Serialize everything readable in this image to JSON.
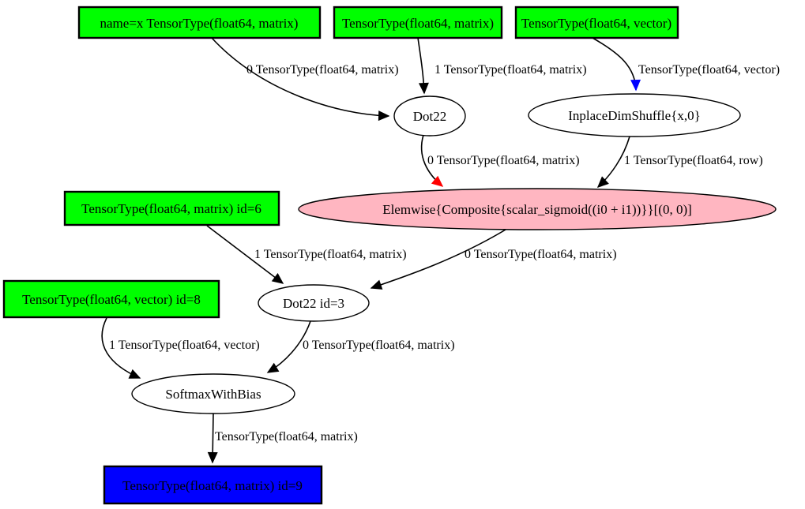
{
  "graph": {
    "colors": {
      "background": "#ffffff",
      "input_fill": "#00ff00",
      "output_fill": "#0000ff",
      "elemwise_fill": "#ffb6c1",
      "op_fill": "#ffffff",
      "stroke": "#000000",
      "red_edge": "#ff0000",
      "blue_edge": "#0000ff"
    },
    "nodes": {
      "input_x": {
        "label": "name=x TensorType(float64, matrix)"
      },
      "input_matrix": {
        "label": "TensorType(float64, matrix)"
      },
      "input_vector": {
        "label": "TensorType(float64, vector)"
      },
      "dot22": {
        "label": "Dot22"
      },
      "dimshuffle": {
        "label": "InplaceDimShuffle{x,0}"
      },
      "elemwise": {
        "label": "Elemwise{Composite{scalar_sigmoid((i0 + i1))}}[(0, 0)]"
      },
      "input_id6": {
        "label": "TensorType(float64, matrix) id=6"
      },
      "dot22_id3": {
        "label": "Dot22 id=3"
      },
      "input_id8": {
        "label": "TensorType(float64, vector) id=8"
      },
      "softmax": {
        "label": "SoftmaxWithBias"
      },
      "output_id9": {
        "label": "TensorType(float64, matrix) id=9"
      }
    },
    "edge_labels": {
      "x_to_dot22": "0 TensorType(float64, matrix)",
      "matrix_to_dot22": "1 TensorType(float64, matrix)",
      "vector_to_dimshuffle": "TensorType(float64, vector)",
      "dot22_to_elemwise": "0 TensorType(float64, matrix)",
      "dimshuffle_to_elemwise": "1 TensorType(float64, row)",
      "id6_to_dot22id3": "1 TensorType(float64, matrix)",
      "elemwise_to_dot22id3": "0 TensorType(float64, matrix)",
      "id8_to_softmax": "1 TensorType(float64, vector)",
      "dot22id3_to_softmax": "0 TensorType(float64, matrix)",
      "softmax_to_id9": "TensorType(float64, matrix)"
    }
  }
}
